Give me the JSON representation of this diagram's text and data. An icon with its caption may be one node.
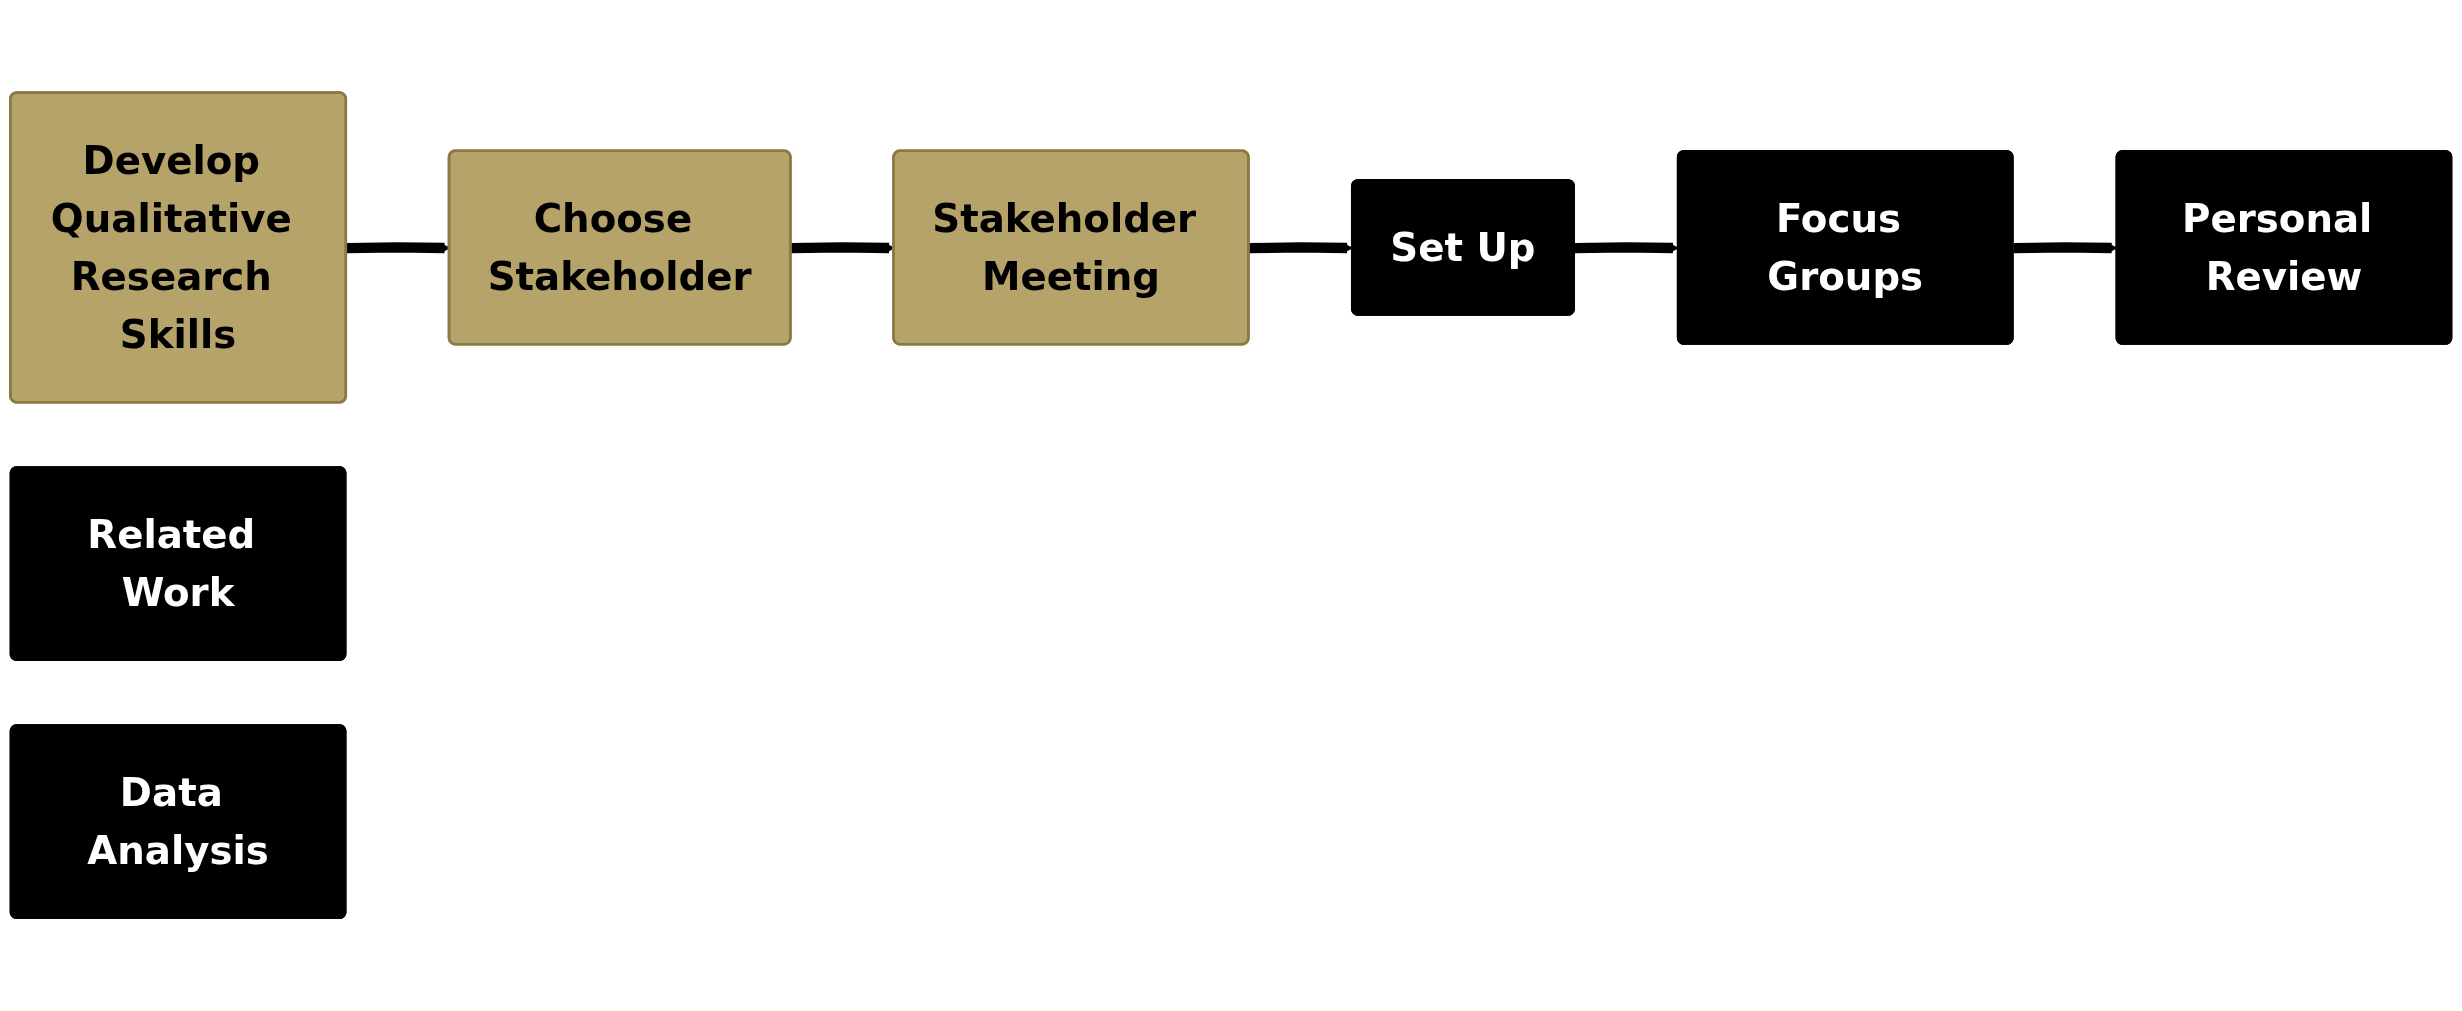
{
  "diagram": {
    "nodes": [
      {
        "text": [
          "Develop Qualitative Research Skills"
        ]
      },
      {
        "text": [
          "Choose Stakeholder"
        ]
      },
      {
        "text": [
          "Stakeholder Meeting"
        ]
      },
      {
        "text": [
          "Set Up"
        ]
      },
      {
        "text": [
          "Focus Groups"
        ]
      },
      {
        "text": [
          "Related Work"
        ]
      },
      {
        "text": [
          "Personal Review"
        ]
      },
      {
        "text": [
          "Data Analysis"
        ]
      }
    ],
    "edges": [
      {
        "from": 0,
        "to": 1,
        "arrow": "to"
      },
      {
        "from": 1,
        "to": 2,
        "arrow": "to"
      },
      {
        "from": 2,
        "to": 3,
        "arrow": "to"
      },
      {
        "from": 3,
        "to": 4,
        "arrow": "to"
      },
      {
        "from": 4,
        "to": 6,
        "arrow": "to"
      }
    ]
  }
}
